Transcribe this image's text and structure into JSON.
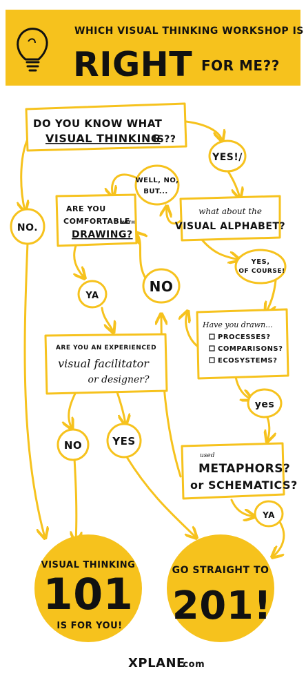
{
  "colors": {
    "accent": "#f6c21d",
    "ink": "#111111",
    "paper": "#ffffff"
  },
  "header": {
    "icon": "lightbulb-icon",
    "line1": "WHICH VISUAL THINKING WORKSHOP IS",
    "line2_big": "RIGHT",
    "line2_rest": "FOR ME??"
  },
  "nodes": {
    "q_know": {
      "line1": "DO YOU KNOW WHAT",
      "line2": "VISUAL THINKING",
      "line3": "IS??"
    },
    "a_yes_know": "YES!/",
    "a_no_know": "NO.",
    "a_well": {
      "line1": "WELL, NO,",
      "line2": "BUT..."
    },
    "q_comfortable": {
      "line1": "ARE YOU",
      "line2": "COMFORTABLE",
      "line3": "WITH",
      "line4": "DRAWING?"
    },
    "q_alphabet": {
      "line1": "what about the",
      "line2": "VISUAL ALPHABET?"
    },
    "a_no_mid": "NO",
    "a_yes_course": {
      "line1": "YES,",
      "line2": "OF COURSE!"
    },
    "a_ya1": "YA",
    "q_drawn": {
      "title": "Have you drawn...",
      "items": [
        "PROCESSES?",
        "COMPARISONS?",
        "ECOSYSTEMS?"
      ]
    },
    "q_experienced": {
      "line1": "ARE YOU AN EXPERIENCED",
      "line2": "visual facilitator",
      "line3": "or designer?"
    },
    "a_yes_drawn": "yes",
    "a_no_exp": "NO",
    "a_yes_exp": "YES",
    "q_metaphors": {
      "line1": "used",
      "line2": "METAPHORS?",
      "line3": "or SCHEMATICS?"
    },
    "a_ya2": "YA",
    "result_101": {
      "line1": "VISUAL THINKING",
      "line2": "101",
      "line3": "IS FOR YOU!"
    },
    "result_201": {
      "line1": "GO STRAIGHT TO",
      "line2": "201!"
    }
  },
  "footer": {
    "brand": "XPLANE",
    "suffix": ".com"
  }
}
